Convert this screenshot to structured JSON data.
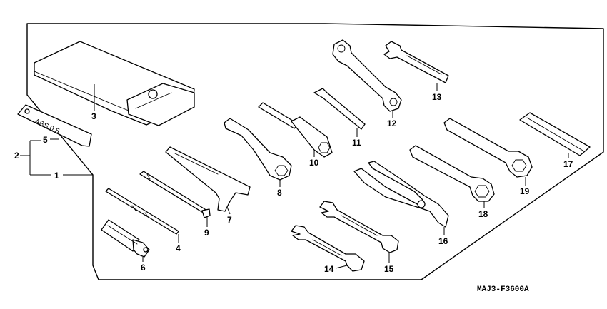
{
  "callouts": {
    "c1": "1",
    "c2": "2",
    "c3": "3",
    "c4": "4",
    "c5": "5",
    "c6": "6",
    "c7": "7",
    "c8": "8",
    "c9": "9",
    "c10": "10",
    "c11": "11",
    "c12": "12",
    "c13": "13",
    "c14": "14",
    "c15": "15",
    "c16": "16",
    "c17": "17",
    "c18": "18",
    "c19": "19"
  },
  "gauge_stamp": "ABS 0.5",
  "diagram_code": "MAJ3-F3600A"
}
